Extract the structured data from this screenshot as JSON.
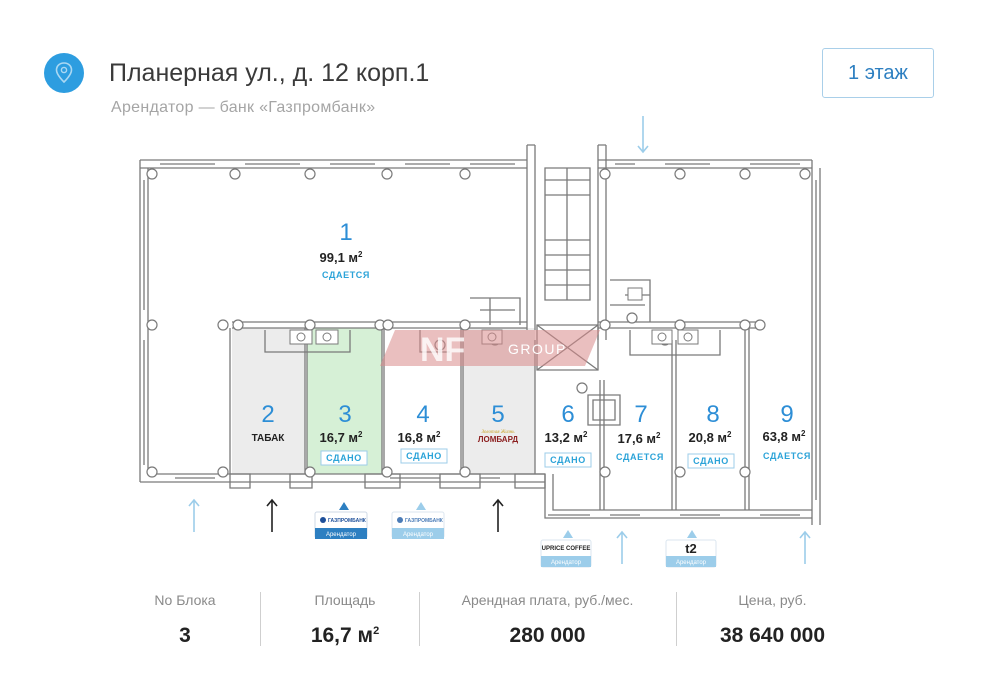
{
  "header": {
    "address": "Планерная ул., д. 12 корп.1",
    "tenant_note": "Арендатор — банк «Газпромбанк»",
    "floor_button": "1 этаж",
    "pin_icon": "location-pin-icon"
  },
  "colors": {
    "accent": "#2d9de0",
    "rented_green": "#d6f0d6",
    "gray_unit": "#ececec",
    "wall": "#7a7a7a"
  },
  "watermark": {
    "text_left": "NF",
    "text_right": "GROUP"
  },
  "units": [
    {
      "number": "1",
      "area": "99,1 м",
      "sup": "2",
      "status": "СДАЕТСЯ"
    },
    {
      "number": "2",
      "name": "ТАБАК"
    },
    {
      "number": "3",
      "area": "16,7 м",
      "sup": "2",
      "status": "СДАНО"
    },
    {
      "number": "4",
      "area": "16,8 м",
      "sup": "2",
      "status": "СДАНО"
    },
    {
      "number": "5",
      "name": "ЛОМБАРД",
      "name_top": "Золотая Жизнь"
    },
    {
      "number": "6",
      "area": "13,2 м",
      "sup": "2",
      "status": "СДАНО"
    },
    {
      "number": "7",
      "area": "17,6 м",
      "sup": "2",
      "status": "СДАЕТСЯ"
    },
    {
      "number": "8",
      "area": "20,8 м",
      "sup": "2",
      "status": "СДАНО"
    },
    {
      "number": "9",
      "area": "63,8 м",
      "sup": "2",
      "status": "СДАЕТСЯ"
    }
  ],
  "tenants": [
    {
      "logo": "ГАЗПРОМБАНК",
      "label": "Арендатор"
    },
    {
      "logo": "ГАЗПРОМБАНК",
      "label": "Арендатор"
    },
    {
      "logo": "UPRICE COFFEE",
      "label": "Арендатор"
    },
    {
      "logo": "t2",
      "label": "Арендатор"
    }
  ],
  "stats": {
    "block_label": "No Блока",
    "block_value": "3",
    "area_label": "Площадь",
    "area_value": "16,7 м",
    "area_sup": "2",
    "rent_label": "Арендная плата, руб./мес.",
    "rent_value": "280 000",
    "price_label": "Цена, руб.",
    "price_value": "38 640 000"
  }
}
